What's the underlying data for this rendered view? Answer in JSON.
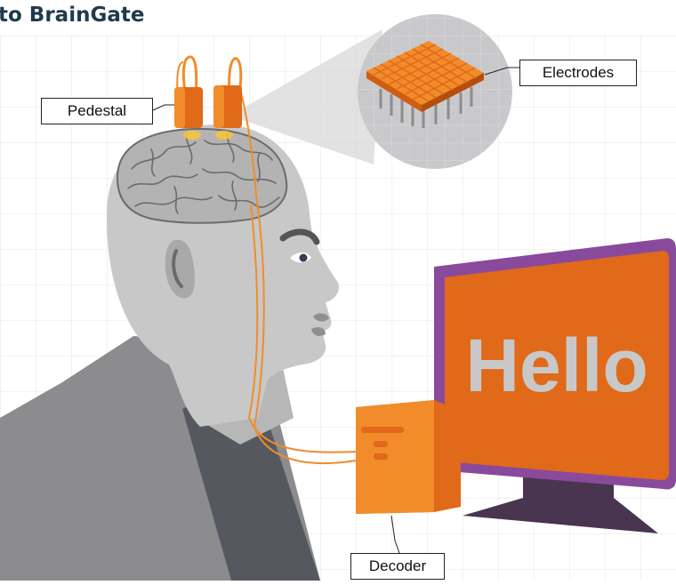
{
  "title": "to BrainGate",
  "labels": {
    "pedestal": "Pedestal",
    "electrodes": "Electrodes",
    "decoder": "Decoder"
  },
  "screen_text": "Hello",
  "colors": {
    "title": "#1f3a4c",
    "orange": "#e0691a",
    "orange_light": "#f28c2a",
    "purple_frame": "#8a4a9c",
    "monitor_dark": "#4a3550",
    "skin": "#c8c8c8",
    "brain": "#b3b3b3",
    "shirt": "#8c8c8e",
    "grid_line": "#e6e6ea"
  }
}
